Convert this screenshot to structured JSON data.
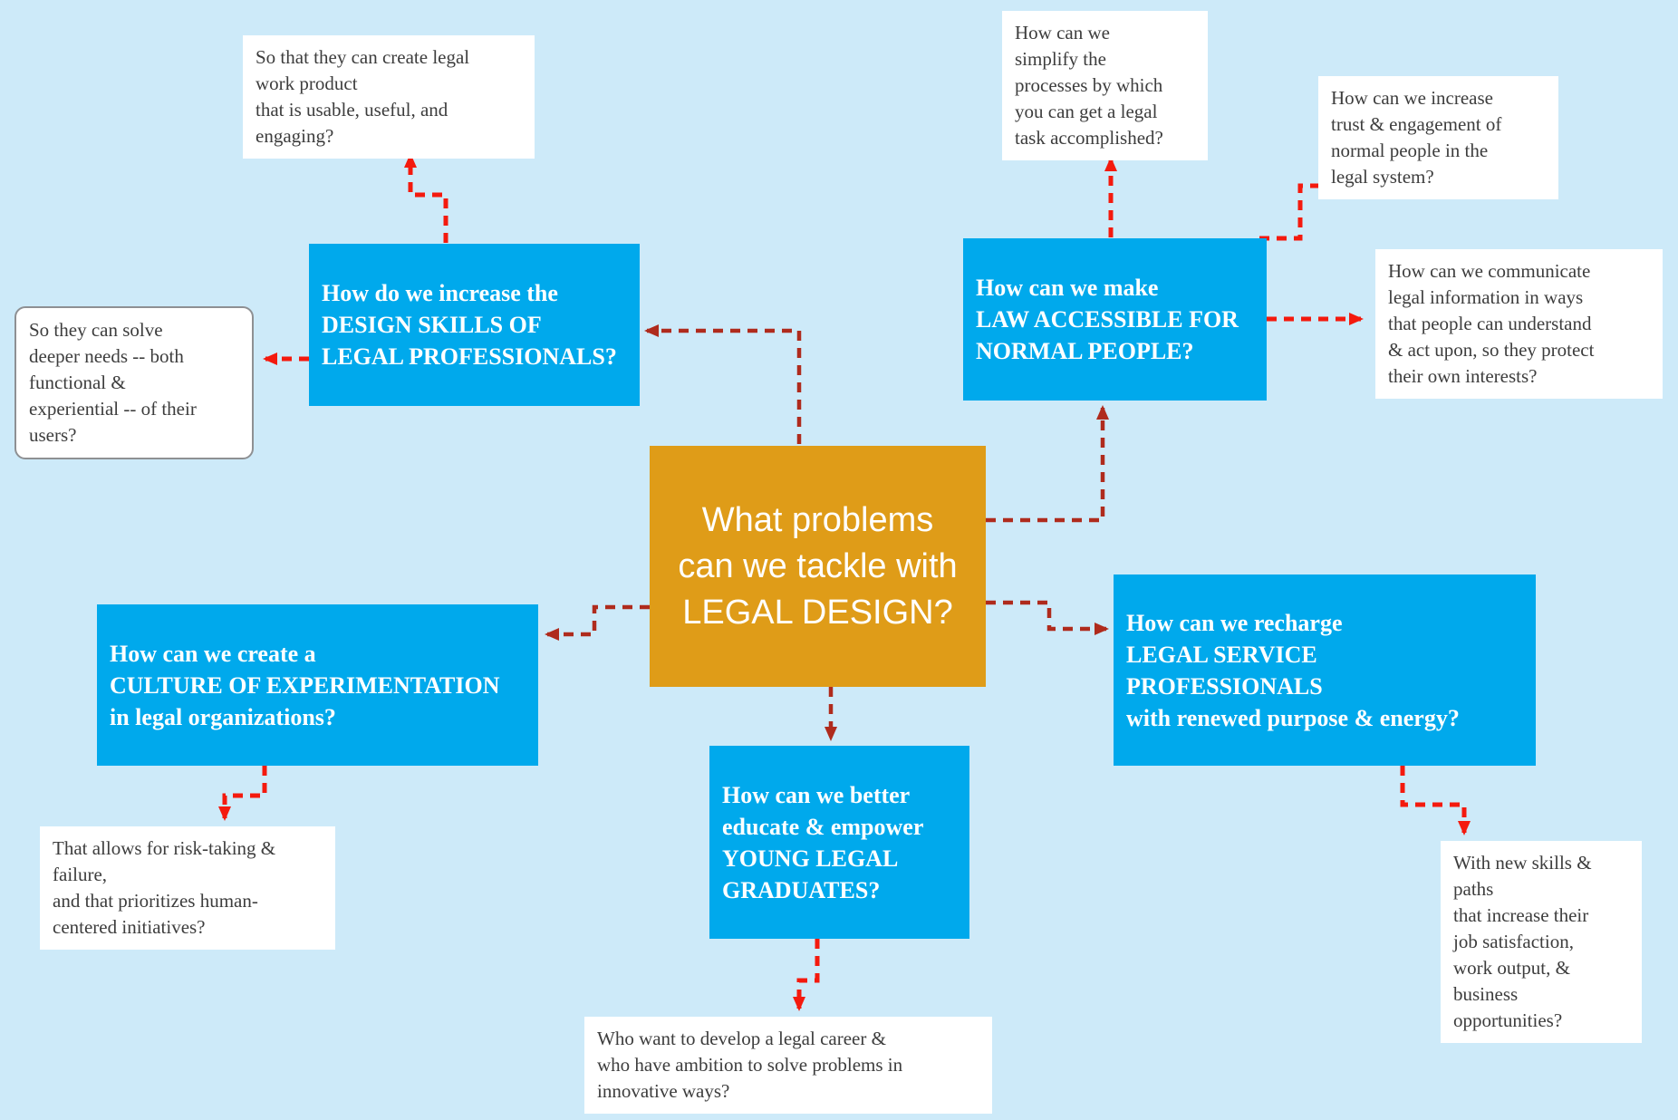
{
  "title": "Legal design problem map",
  "colors": {
    "bg": "#cdeaf9",
    "blue": "#00a9ec",
    "orange": "#df9c18",
    "box_text": "#ffffff",
    "note_bg": "#ffffff",
    "note_text": "#3d3d3d",
    "arrow_bright": "#f41a0e",
    "arrow_dark": "#af2b1d",
    "note_border": "#8e9093"
  },
  "center": {
    "text": "What problems\ncan we tackle with\nLEGAL DESIGN?"
  },
  "topics": [
    {
      "id": "design-skills",
      "text": "How do we increase the\nDESIGN SKILLS OF\nLEGAL PROFESSIONALS?"
    },
    {
      "id": "law-accessible",
      "text": "How can we make\nLAW ACCESSIBLE FOR\nNORMAL PEOPLE?"
    },
    {
      "id": "culture",
      "text": "How can we create a\nCULTURE OF EXPERIMENTATION\nin legal organizations?"
    },
    {
      "id": "recharge",
      "text": "How can we recharge\nLEGAL SERVICE\nPROFESSIONALS\nwith renewed purpose & energy?"
    },
    {
      "id": "graduates",
      "text": "How can we better\neducate & empower\nYOUNG LEGAL\nGRADUATES?"
    }
  ],
  "notes": [
    {
      "id": "work-product",
      "text": "So that they can create legal\nwork product\nthat is usable, useful, and\nengaging?"
    },
    {
      "id": "deeper-needs",
      "text": "So they can solve\ndeeper needs -- both\nfunctional &\nexperiential -- of their\nusers?"
    },
    {
      "id": "simplify",
      "text": "How can we\nsimplify the\nprocesses by which\nyou can get a legal\ntask accomplished?"
    },
    {
      "id": "trust",
      "text": "How can we increase\ntrust & engagement of\nnormal people in the\nlegal system?"
    },
    {
      "id": "communicate",
      "text": "How can we communicate\nlegal information in ways\nthat people can understand\n& act upon, so they protect\ntheir own interests?"
    },
    {
      "id": "risk-taking",
      "text": "That allows for risk-taking &\nfailure,\nand that prioritizes human-\ncentered initiatives?"
    },
    {
      "id": "new-skills",
      "text": "With new skills &\npaths\nthat increase their\njob satisfaction,\nwork output, &\nbusiness\nopportunities?"
    },
    {
      "id": "career",
      "text": "Who want to develop a legal career &\nwho have ambition to solve problems in\ninnovative ways?"
    }
  ]
}
